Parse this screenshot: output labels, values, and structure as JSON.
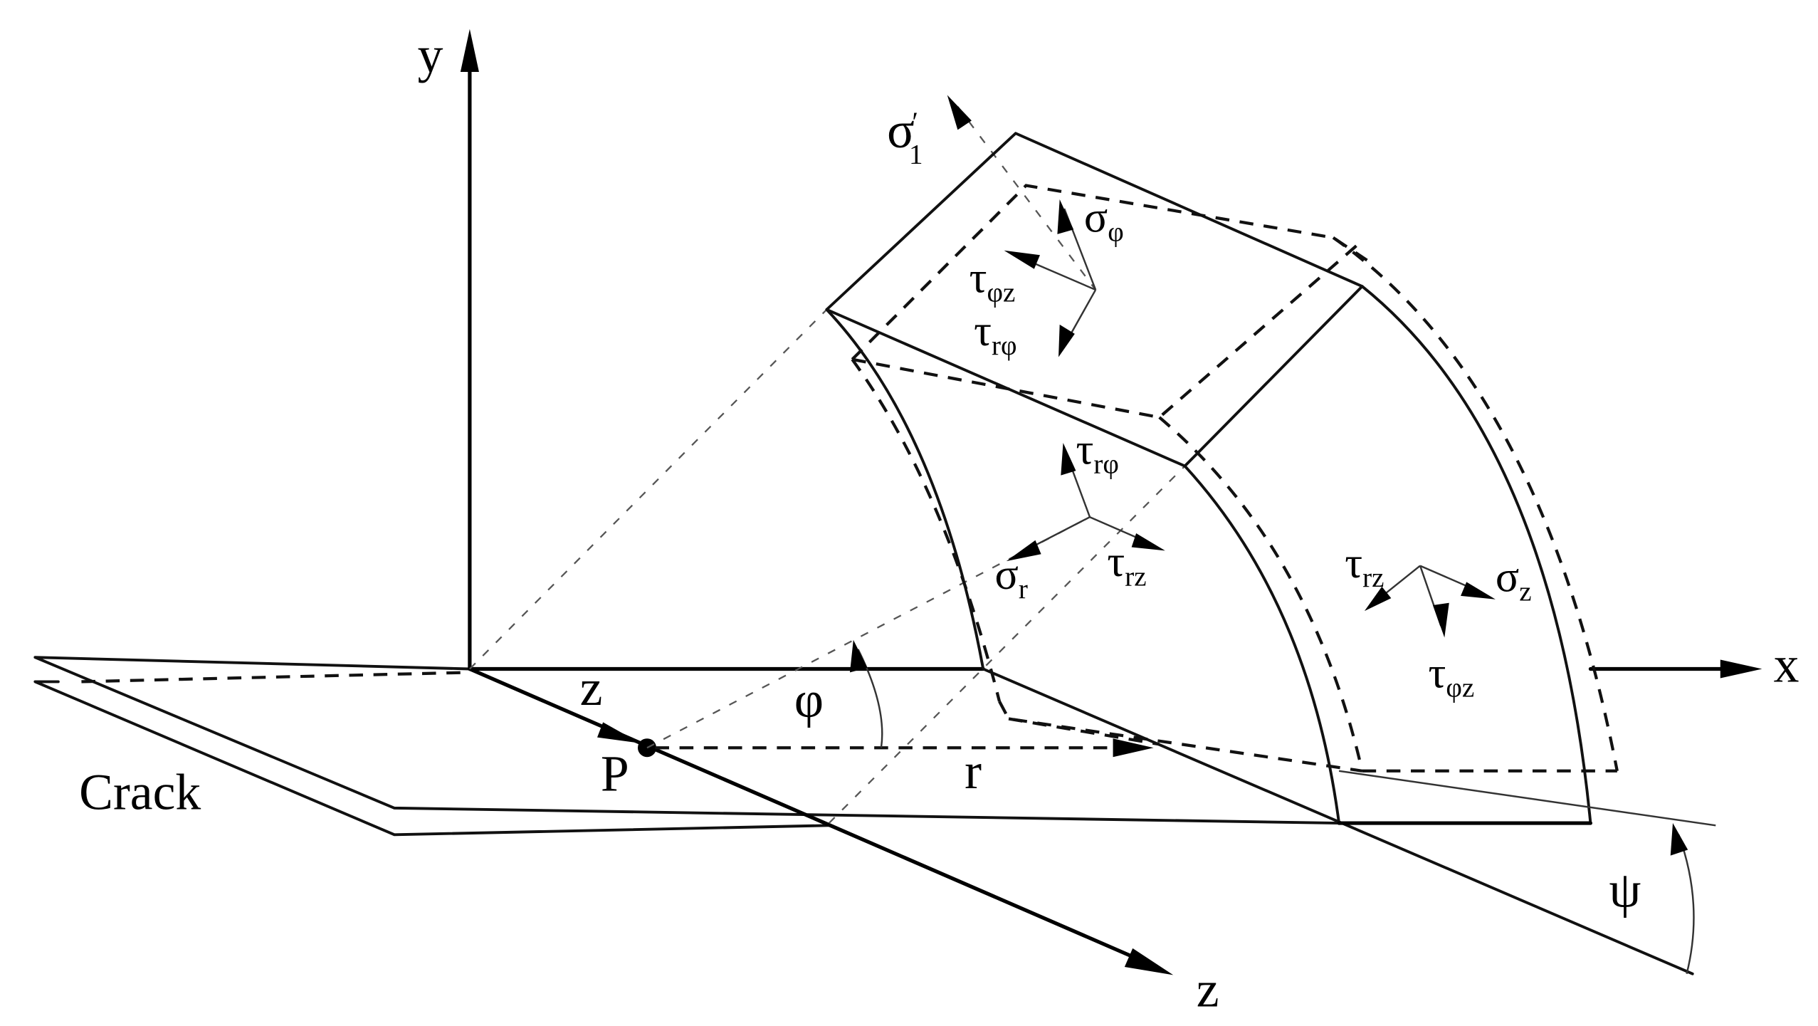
{
  "figure": {
    "description": "Stress element in cylindrical coordinates ahead of a crack tip with tilted crack plane",
    "colors": {
      "line": "#000000",
      "background": "#ffffff"
    }
  },
  "axes": {
    "x_label": "x",
    "y_label": "y",
    "z_label": "z"
  },
  "labels": {
    "crack": "Crack",
    "point": "P",
    "z_coord": "z",
    "r_coord": "r",
    "phi_angle": "φ",
    "psi_angle": "ψ"
  },
  "stresses": {
    "sigma1_prime": {
      "main": "σ",
      "sup": "′",
      "sub": "1"
    },
    "sigma_phi": {
      "main": "σ",
      "sub": "φ"
    },
    "tau_phiz_top": {
      "main": "τ",
      "sub": "φz"
    },
    "tau_rphi_top": {
      "main": "τ",
      "sub": "rφ"
    },
    "tau_rphi_front": {
      "main": "τ",
      "sub": "rφ"
    },
    "sigma_r": {
      "main": "σ",
      "sub": "r"
    },
    "tau_rz_front": {
      "main": "τ",
      "sub": "rz"
    },
    "tau_rz_side": {
      "main": "τ",
      "sub": "rz"
    },
    "sigma_z": {
      "main": "σ",
      "sub": "z"
    },
    "tau_phiz_side": {
      "main": "τ",
      "sub": "φz"
    }
  }
}
